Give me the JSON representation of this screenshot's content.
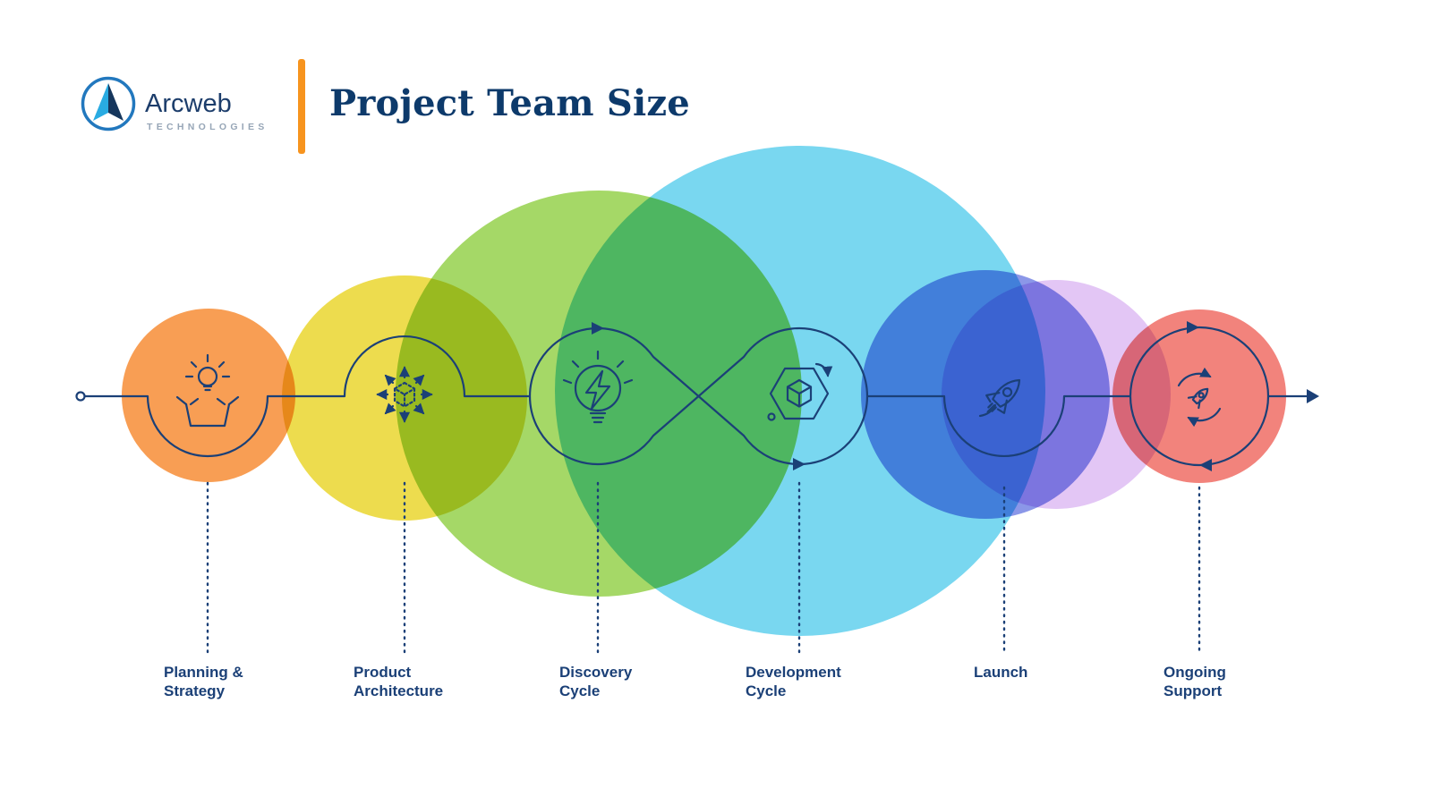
{
  "header": {
    "brand": "Arcweb",
    "brand_sub": "TECHNOLOGIES",
    "title": "Project Team Size",
    "accent_color": "#F7941E",
    "logo_ring_color": "#2278BE",
    "logo_dark_color": "#16365C",
    "logo_light_color": "#29ABE2",
    "brand_color": "#1C3D6B",
    "brand_sub_color": "#97A6B7"
  },
  "diagram": {
    "line_color": "#1B4077",
    "label_color": "#1B4077",
    "phases": [
      {
        "label": "Planning &\nStrategy",
        "icon": "idea-box-icon",
        "circle_color": "#F89E54"
      },
      {
        "label": "Product\nArchitecture",
        "icon": "cube-expand-icon",
        "circle_color": "#EDDC4E"
      },
      {
        "label": "Discovery\nCycle",
        "icon": "bulb-bolt-icon",
        "circle_color": "#A5D867"
      },
      {
        "label": "Development\nCycle",
        "icon": "hexagon-cube-icon",
        "circle_color": "#79D7F0"
      },
      {
        "label": "Launch",
        "icon": "rocket-icon",
        "circle_color": "#8B97E8"
      },
      {
        "label": "Ongoing\nSupport",
        "icon": "support-cycle-icon",
        "circle_color": "#F2837C"
      }
    ],
    "extra_circle_color": "#E3C6F5"
  }
}
